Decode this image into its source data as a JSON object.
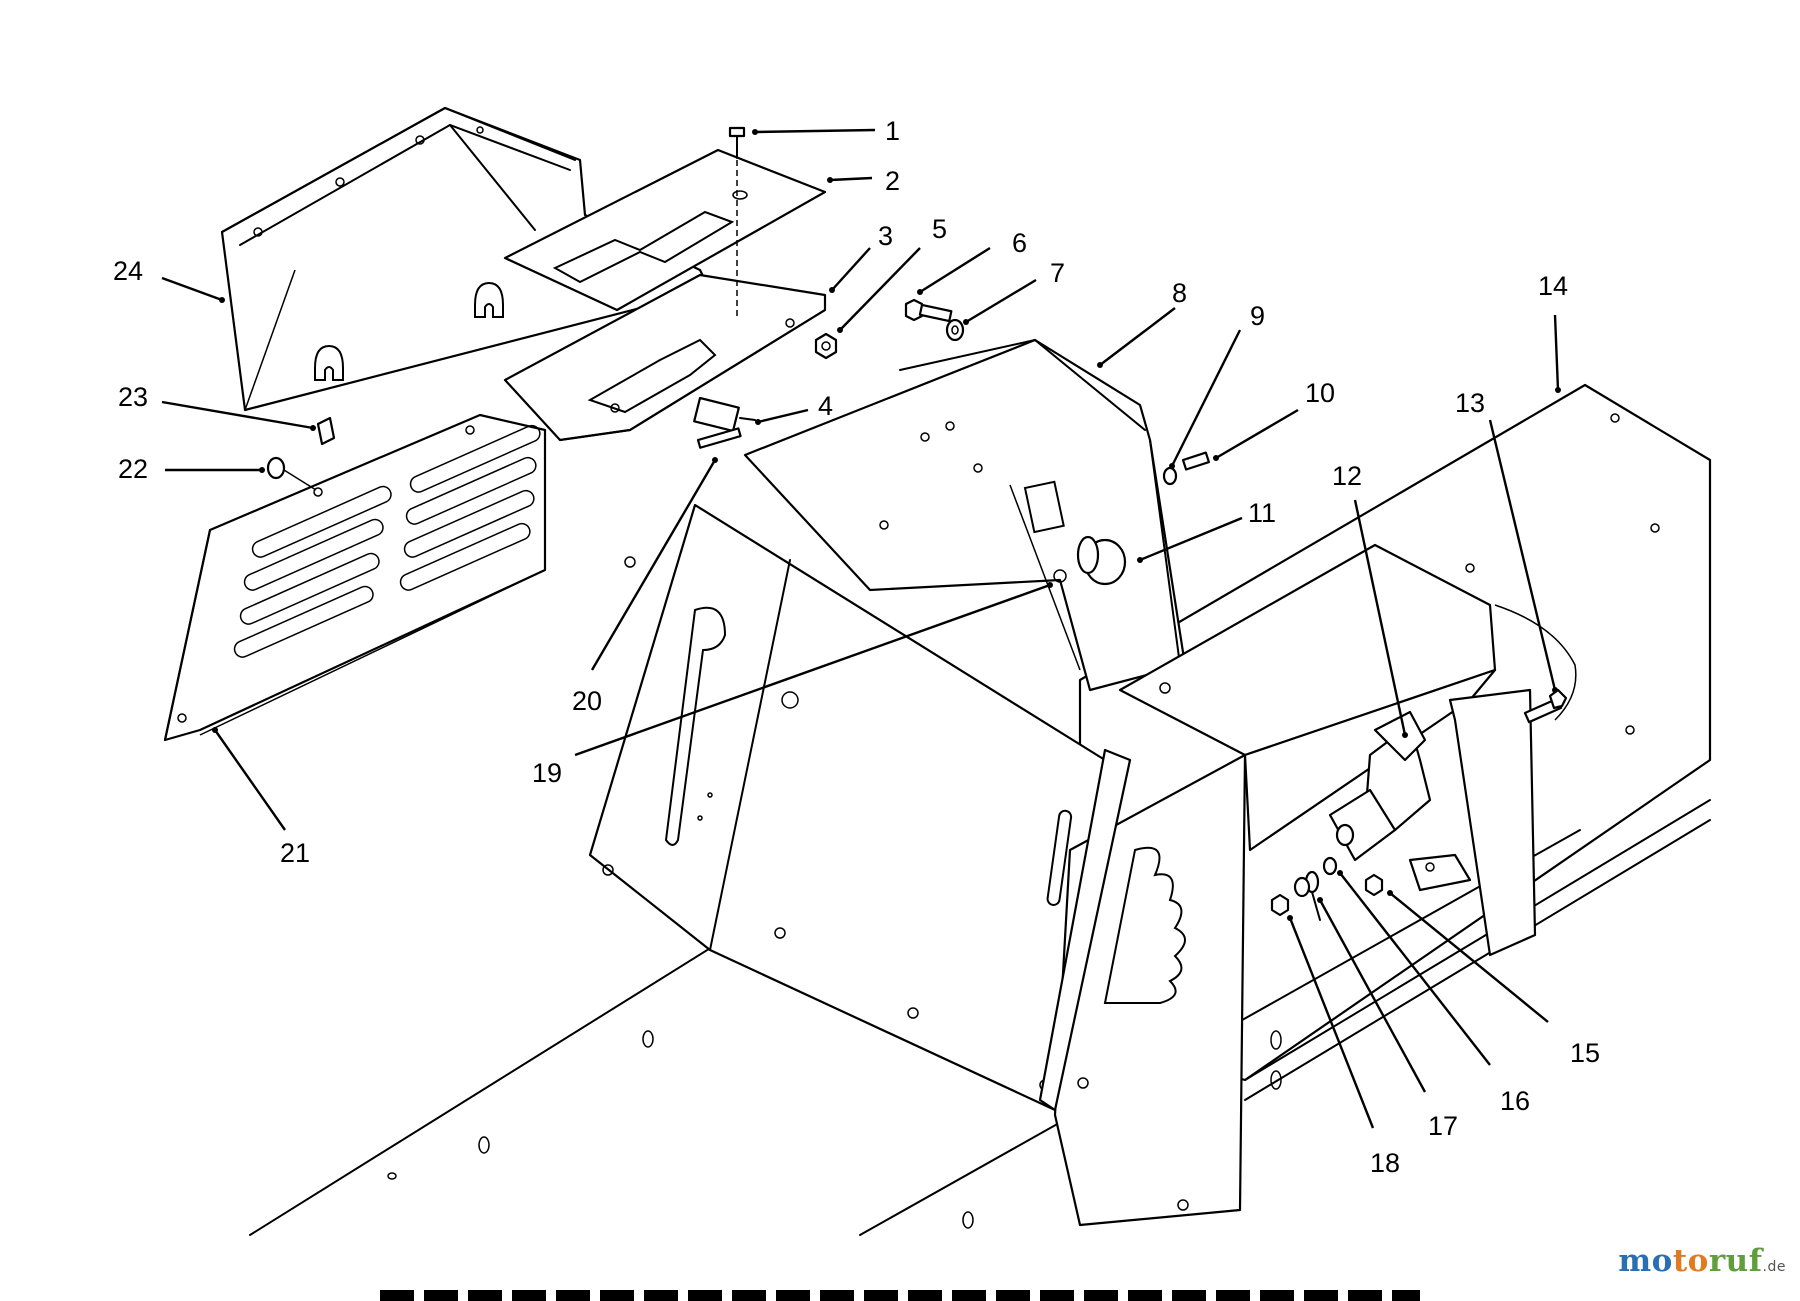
{
  "diagram": {
    "callouts": [
      "1",
      "2",
      "3",
      "4",
      "5",
      "6",
      "7",
      "8",
      "9",
      "10",
      "11",
      "12",
      "13",
      "14",
      "15",
      "16",
      "17",
      "18",
      "19",
      "20",
      "21",
      "22",
      "23",
      "24"
    ]
  },
  "watermark": {
    "part1": "mo",
    "part2": "to",
    "part3": "ruf",
    "tld": ".de"
  },
  "colors": {
    "line": "#000000",
    "background": "#ffffff",
    "watermark_blue": "#2a6fb3",
    "watermark_orange": "#e07b1f",
    "watermark_green": "#5f9e3a"
  }
}
